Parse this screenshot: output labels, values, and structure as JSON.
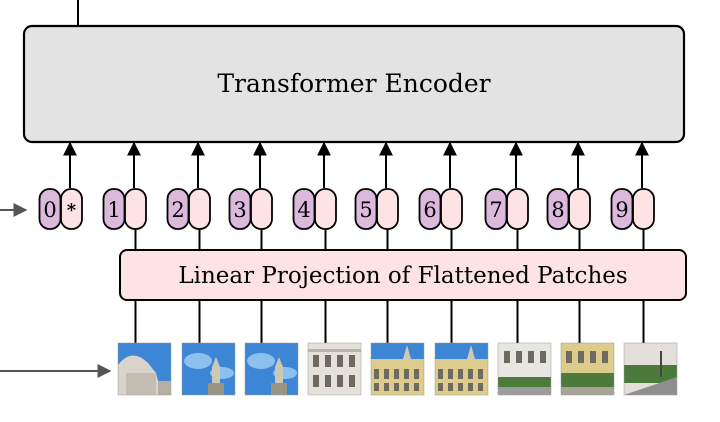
{
  "encoder": {
    "label": "Transformer Encoder"
  },
  "projection": {
    "label": "Linear Projection of Flattened Patches"
  },
  "tokens": [
    {
      "index": "0",
      "extra": "*",
      "has_patch": false
    },
    {
      "index": "1",
      "extra": "",
      "has_patch": true
    },
    {
      "index": "2",
      "extra": "",
      "has_patch": true
    },
    {
      "index": "3",
      "extra": "",
      "has_patch": true
    },
    {
      "index": "4",
      "extra": "",
      "has_patch": true
    },
    {
      "index": "5",
      "extra": "",
      "has_patch": true
    },
    {
      "index": "6",
      "extra": "",
      "has_patch": true
    },
    {
      "index": "7",
      "extra": "",
      "has_patch": true
    },
    {
      "index": "8",
      "extra": "",
      "has_patch": true
    },
    {
      "index": "9",
      "extra": "",
      "has_patch": true
    }
  ],
  "patches": [
    {
      "scene": "dome-sky"
    },
    {
      "scene": "tower-sky"
    },
    {
      "scene": "tower-sky"
    },
    {
      "scene": "facade"
    },
    {
      "scene": "facade-tower"
    },
    {
      "scene": "facade-tower"
    },
    {
      "scene": "street-facade"
    },
    {
      "scene": "garden-facade"
    },
    {
      "scene": "garden-street"
    }
  ],
  "colors": {
    "encoder_fill": "#e3e3e3",
    "projection_fill": "#fde3e3",
    "position_fill": "#dcb9dc",
    "patch_fill": "#fde3e3",
    "stroke": "#000000",
    "arrow_gray": "#555555",
    "sky": "#3d86d6",
    "sky_light": "#8cc0ee",
    "stone": "#d8d4cc",
    "stone_warm": "#dccb8a",
    "shadow": "#8d8576",
    "foliage": "#4c7a3a"
  }
}
